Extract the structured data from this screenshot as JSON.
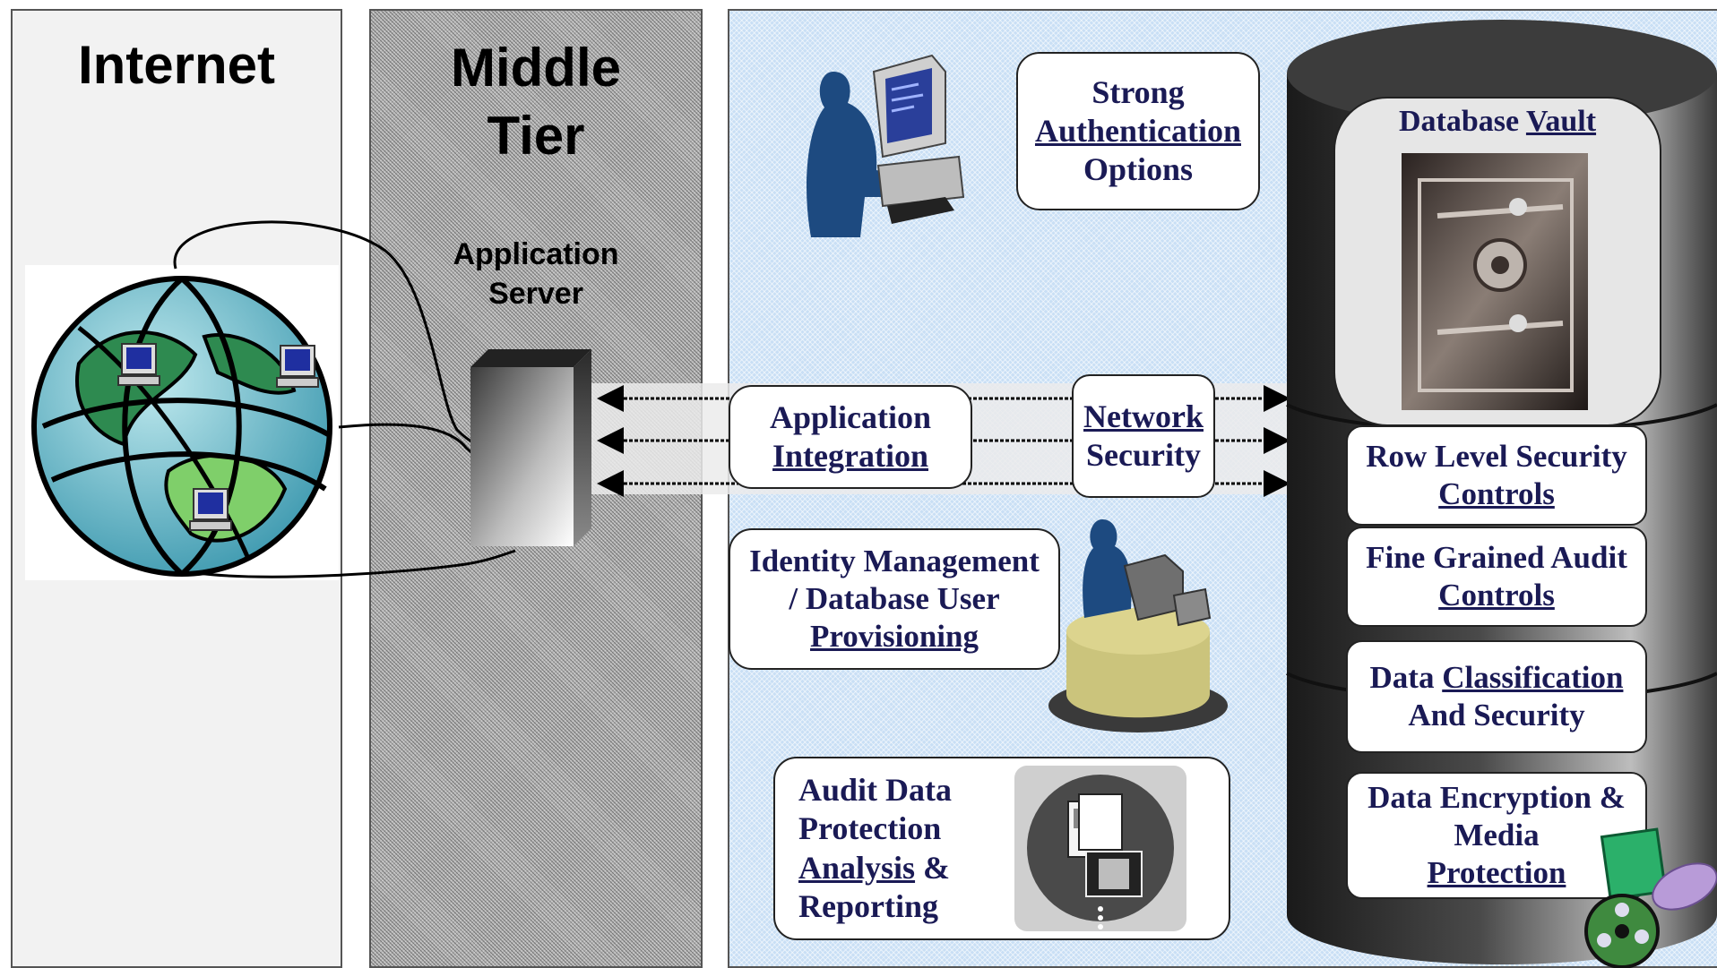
{
  "zones": {
    "internet": {
      "title": "Internet"
    },
    "middle_tier": {
      "title_line1": "Middle",
      "title_line2": "Tier",
      "app_server_line1": "Application",
      "app_server_line2": "Server"
    }
  },
  "boxes": {
    "strong_auth": {
      "line1": "Strong",
      "line2": "Authentication",
      "line3": "Options"
    },
    "app_integration": {
      "line1": "Application",
      "line2": "Integration"
    },
    "network_security": {
      "line1": "Network",
      "line2": "Security"
    },
    "identity_mgmt": {
      "line1": "Identity Management",
      "line2": "/ Database User",
      "line3": "Provisioning"
    },
    "audit_data": {
      "line1": "Audit Data",
      "line2": "Protection",
      "line3_a": "Analysis",
      "line3_b": " &",
      "line4": "Reporting"
    },
    "database_vault": {
      "label_a": "Database ",
      "label_b": "Vault"
    },
    "row_level": {
      "line1": "Row Level Security",
      "line2": "Controls"
    },
    "fine_grained": {
      "line1": "Fine Grained Audit",
      "line2": "Controls"
    },
    "data_classification": {
      "line1_a": "Data ",
      "line1_b": "Classification",
      "line2": "And Security"
    },
    "data_encryption": {
      "line1": "Data Encryption &",
      "line2": "Media",
      "line3": "Protection"
    }
  },
  "colors": {
    "text_navy": "#1a1a55",
    "db_zone_blue": "#c9dff5",
    "user_silhouette": "#1d4a80",
    "cylinder_dark": "#2a2a2a",
    "desk_tan": "#c8c27a"
  },
  "icons": [
    "globe-icon",
    "server-icon",
    "user-computer-icon",
    "user-desk-icon",
    "audit-media-icon",
    "vault-door-icon",
    "encryption-media-icon",
    "database-cylinder-icon"
  ]
}
